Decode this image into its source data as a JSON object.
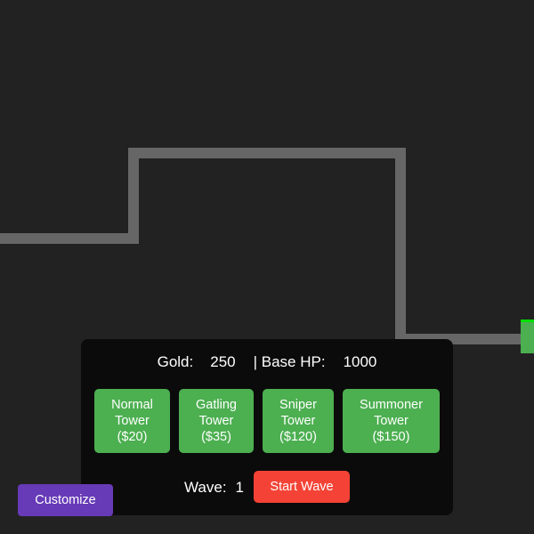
{
  "stats": {
    "gold_label": "Gold:",
    "gold_value": "250",
    "base_hp_label": "| Base HP:",
    "base_hp_value": "1000"
  },
  "towers": [
    {
      "line1": "Normal",
      "line2": "Tower",
      "cost": "($20)"
    },
    {
      "line1": "Gatling",
      "line2": "Tower",
      "cost": "($35)"
    },
    {
      "line1": "Sniper",
      "line2": "Tower",
      "cost": "($120)"
    },
    {
      "line1": "Summoner",
      "line2": "Tower",
      "cost": "($150)"
    }
  ],
  "wave": {
    "label": "Wave:",
    "value": "1",
    "start_label": "Start Wave"
  },
  "customize_label": "Customize",
  "colors": {
    "background": "#222222",
    "path": "#666666",
    "hud": "#0b0b0b",
    "tower_button": "#4caf50",
    "start_button": "#f44336",
    "customize_button": "#673ab7",
    "base": "#4caf50",
    "base_health": "#00e000"
  }
}
